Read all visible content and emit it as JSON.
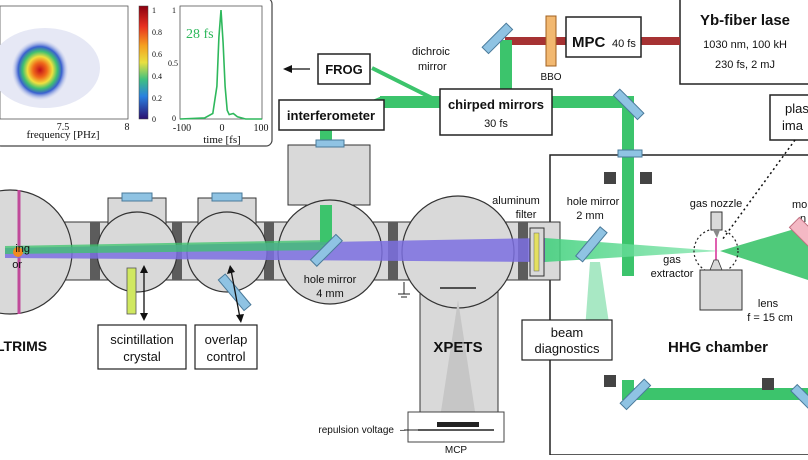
{
  "laser": {
    "title": "Yb-fiber lase",
    "line1": "1030 nm, 100 kH",
    "line2": "230 fs, 2 mJ"
  },
  "mpc": {
    "label": "MPC",
    "value": "40 fs"
  },
  "bbo_label": "BBO",
  "dichroic": {
    "line1": "dichroic",
    "line2": "mirror"
  },
  "frog_label": "FROG",
  "chirped": {
    "line1": "chirped mirrors",
    "line2": "30 fs"
  },
  "interferometer_label": "interferometer",
  "plasma": {
    "line1": "plas",
    "line2": "ima"
  },
  "inset": {
    "left": {
      "xlabel": "frequency [PHz]",
      "tick_mid": "7.5",
      "tick_right": "8",
      "colorbar_ticks": [
        "1",
        "0.8",
        "0.6",
        "0.4",
        "0.2",
        "0"
      ]
    },
    "right": {
      "annotation": "28 fs",
      "xlabel": "time [fs]",
      "xticks": [
        "-100",
        "0",
        "100"
      ],
      "yticks": [
        "1",
        "0.5",
        "0"
      ]
    }
  },
  "aluminum": {
    "line1": "aluminum",
    "line2": "filter"
  },
  "hole_mirror_big": {
    "line1": "hole mirror",
    "line2": "4 mm"
  },
  "hole_mirror_small": {
    "line1": "hole mirror",
    "line2": "2 mm"
  },
  "gas_nozzle": "gas nozzle",
  "gas_extractor": {
    "line1": "gas",
    "line2": "extractor"
  },
  "lens": {
    "line1": "lens",
    "line2": "f = 15 cm"
  },
  "mo": {
    "line1": "mo",
    "line2": "n"
  },
  "left_edge": {
    "line1": "ing",
    "line2": "or"
  },
  "coltrims": "LTRIMS",
  "scint": {
    "line1": "scintillation",
    "line2": "crystal"
  },
  "overlap": {
    "line1": "overlap",
    "line2": "control"
  },
  "xpets": "XPETS",
  "beam_diag": {
    "line1": "beam",
    "line2": "diagnostics"
  },
  "hhg": "HHG chamber",
  "repulsion": "repulsion voltage",
  "mcp": "MCP",
  "chart_data": {
    "type": "line",
    "x": [
      -100,
      -40,
      -20,
      -10,
      -5,
      0,
      5,
      10,
      15,
      20,
      30,
      40,
      60,
      100
    ],
    "y": [
      0,
      0.01,
      0.05,
      0.3,
      0.75,
      1.0,
      0.7,
      0.3,
      0.08,
      0.04,
      0.05,
      0.02,
      0,
      0
    ],
    "xlabel": "time [fs]",
    "ylim": [
      0,
      1
    ],
    "xlim": [
      -100,
      100
    ],
    "annotations": [
      "28 fs"
    ]
  }
}
